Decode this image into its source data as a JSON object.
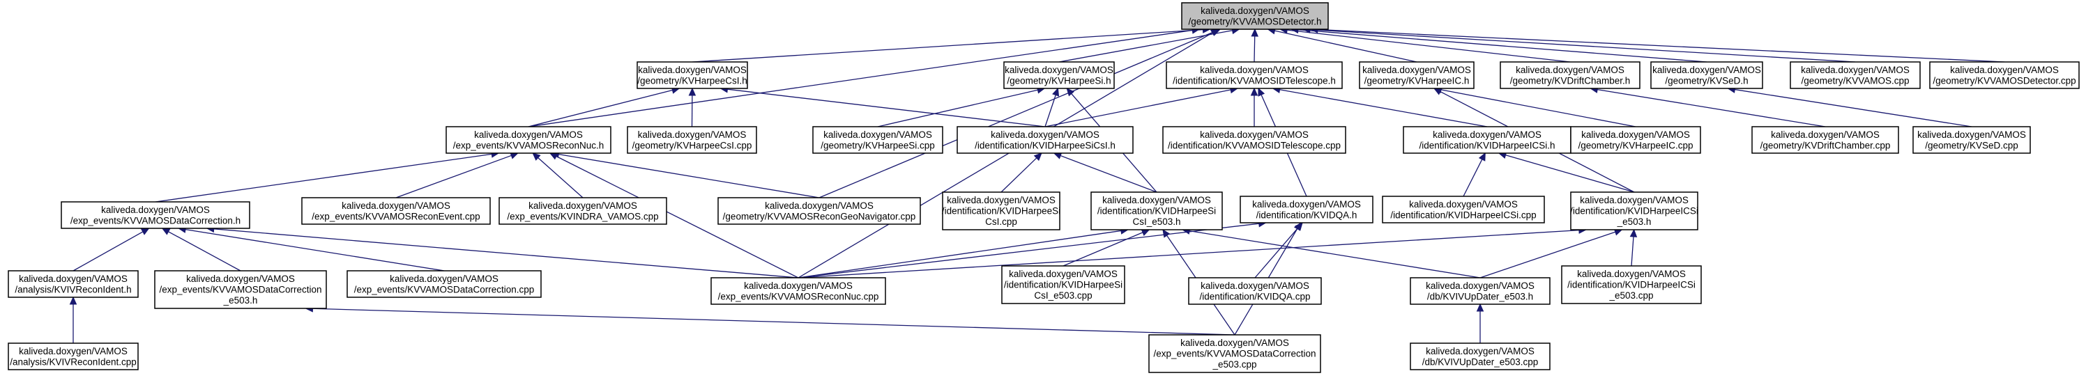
{
  "nodes": [
    {
      "id": "det_h",
      "lines": [
        "kaliveda.doxygen/VAMOS",
        "/geometry/KVVAMOSDetector.h"
      ],
      "root": true
    },
    {
      "id": "hcsi_h",
      "lines": [
        "kaliveda.doxygen/VAMOS",
        "/geometry/KVHarpeeCsI.h"
      ]
    },
    {
      "id": "hsi_h",
      "lines": [
        "kaliveda.doxygen/VAMOS",
        "/geometry/KVHarpeeSi.h"
      ]
    },
    {
      "id": "idtel_h",
      "lines": [
        "kaliveda.doxygen/VAMOS",
        "/identification/KVVAMOSIDTelescope.h"
      ]
    },
    {
      "id": "hic_h",
      "lines": [
        "kaliveda.doxygen/VAMOS",
        "/geometry/KVHarpeeIC.h"
      ]
    },
    {
      "id": "drift_h",
      "lines": [
        "kaliveda.doxygen/VAMOS",
        "/geometry/KVDriftChamber.h"
      ]
    },
    {
      "id": "sed_h",
      "lines": [
        "kaliveda.doxygen/VAMOS",
        "/geometry/KVSeD.h"
      ]
    },
    {
      "id": "vamos_cpp",
      "lines": [
        "kaliveda.doxygen/VAMOS",
        "/geometry/KVVAMOS.cpp"
      ]
    },
    {
      "id": "det_cpp",
      "lines": [
        "kaliveda.doxygen/VAMOS",
        "/geometry/KVVAMOSDetector.cpp"
      ]
    },
    {
      "id": "reconnuc_h",
      "lines": [
        "kaliveda.doxygen/VAMOS",
        "/exp_events/KVVAMOSReconNuc.h"
      ]
    },
    {
      "id": "hcsi_cpp",
      "lines": [
        "kaliveda.doxygen/VAMOS",
        "/geometry/KVHarpeeCsI.cpp"
      ]
    },
    {
      "id": "hsi_cpp",
      "lines": [
        "kaliveda.doxygen/VAMOS",
        "/geometry/KVHarpeeSi.cpp"
      ]
    },
    {
      "id": "idhsicsi_h",
      "lines": [
        "kaliveda.doxygen/VAMOS",
        "/identification/KVIDHarpeeSiCsI.h"
      ]
    },
    {
      "id": "idtel_cpp",
      "lines": [
        "kaliveda.doxygen/VAMOS",
        "/identification/KVVAMOSIDTelescope.cpp"
      ]
    },
    {
      "id": "idhiccsi_h",
      "lines": [
        "kaliveda.doxygen/VAMOS",
        "/identification/KVIDHarpeeICSi.h"
      ]
    },
    {
      "id": "hic_cpp",
      "lines": [
        "kaliveda.doxygen/VAMOS",
        "/geometry/KVHarpeeIC.cpp"
      ]
    },
    {
      "id": "drift_cpp",
      "lines": [
        "kaliveda.doxygen/VAMOS",
        "/geometry/KVDriftChamber.cpp"
      ]
    },
    {
      "id": "sed_cpp",
      "lines": [
        "kaliveda.doxygen/VAMOS",
        "/geometry/KVSeD.cpp"
      ]
    },
    {
      "id": "datacorr_h",
      "lines": [
        "kaliveda.doxygen/VAMOS",
        "/exp_events/KVVAMOSDataCorrection.h"
      ]
    },
    {
      "id": "reconevent_cpp",
      "lines": [
        "kaliveda.doxygen/VAMOS",
        "/exp_events/KVVAMOSReconEvent.cpp"
      ]
    },
    {
      "id": "indra_vamos_cpp",
      "lines": [
        "kaliveda.doxygen/VAMOS",
        "/exp_events/KVINDRA_VAMOS.cpp"
      ]
    },
    {
      "id": "geonav_cpp",
      "lines": [
        "kaliveda.doxygen/VAMOS",
        "/geometry/KVVAMOSReconGeoNavigator.cpp"
      ]
    },
    {
      "id": "idhsicsi_cpp",
      "lines": [
        "kaliveda.doxygen/VAMOS",
        "/identification/KVIDHarpeeSi",
        "CsI.cpp"
      ]
    },
    {
      "id": "idhsicsi_e503_h",
      "lines": [
        "kaliveda.doxygen/VAMOS",
        "/identification/KVIDHarpeeSi",
        "CsI_e503.h"
      ]
    },
    {
      "id": "idqa_h",
      "lines": [
        "kaliveda.doxygen/VAMOS",
        "/identification/KVIDQA.h"
      ]
    },
    {
      "id": "idhiccsi_cpp",
      "lines": [
        "kaliveda.doxygen/VAMOS",
        "/identification/KVIDHarpeeICSi.cpp"
      ]
    },
    {
      "id": "idhiccsi_e503_h",
      "lines": [
        "kaliveda.doxygen/VAMOS",
        "/identification/KVIDHarpeeICSi",
        "_e503.h"
      ]
    },
    {
      "id": "reconident_h",
      "lines": [
        "kaliveda.doxygen/VAMOS",
        "/analysis/KVIVReconIdent.h"
      ]
    },
    {
      "id": "datacorr_e503_h",
      "lines": [
        "kaliveda.doxygen/VAMOS",
        "/exp_events/KVVAMOSDataCorrection",
        "_e503.h"
      ]
    },
    {
      "id": "datacorr_cpp",
      "lines": [
        "kaliveda.doxygen/VAMOS",
        "/exp_events/KVVAMOSDataCorrection.cpp"
      ]
    },
    {
      "id": "reconnuc_cpp",
      "lines": [
        "kaliveda.doxygen/VAMOS",
        "/exp_events/KVVAMOSReconNuc.cpp"
      ]
    },
    {
      "id": "idhsicsi_e503_cpp",
      "lines": [
        "kaliveda.doxygen/VAMOS",
        "/identification/KVIDHarpeeSi",
        "CsI_e503.cpp"
      ]
    },
    {
      "id": "idqa_cpp",
      "lines": [
        "kaliveda.doxygen/VAMOS",
        "/identification/KVIDQA.cpp"
      ]
    },
    {
      "id": "updater_h",
      "lines": [
        "kaliveda.doxygen/VAMOS",
        "/db/KVIVUpDater_e503.h"
      ]
    },
    {
      "id": "idhiccsi_e503_cpp",
      "lines": [
        "kaliveda.doxygen/VAMOS",
        "/identification/KVIDHarpeeICSi",
        "_e503.cpp"
      ]
    },
    {
      "id": "reconident_cpp",
      "lines": [
        "kaliveda.doxygen/VAMOS",
        "/analysis/KVIVReconIdent.cpp"
      ]
    },
    {
      "id": "datacorr_e503_cpp",
      "lines": [
        "kaliveda.doxygen/VAMOS",
        "/exp_events/KVVAMOSDataCorrection",
        "_e503.cpp"
      ]
    },
    {
      "id": "updater_cpp",
      "lines": [
        "kaliveda.doxygen/VAMOS",
        "/db/KVIVUpDater_e503.cpp"
      ]
    }
  ],
  "edges": [
    [
      "hcsi_h",
      "det_h"
    ],
    [
      "hsi_h",
      "det_h"
    ],
    [
      "idtel_h",
      "det_h"
    ],
    [
      "hic_h",
      "det_h"
    ],
    [
      "drift_h",
      "det_h"
    ],
    [
      "sed_h",
      "det_h"
    ],
    [
      "vamos_cpp",
      "det_h"
    ],
    [
      "det_cpp",
      "det_h"
    ],
    [
      "reconnuc_h",
      "det_h"
    ],
    [
      "geonav_cpp",
      "det_h"
    ],
    [
      "reconnuc_cpp",
      "det_h"
    ],
    [
      "reconnuc_h",
      "hcsi_h"
    ],
    [
      "hcsi_cpp",
      "hcsi_h"
    ],
    [
      "idhsicsi_h",
      "hcsi_h"
    ],
    [
      "hsi_cpp",
      "hsi_h"
    ],
    [
      "idhsicsi_h",
      "hsi_h"
    ],
    [
      "idhsicsi_e503_h",
      "hsi_h"
    ],
    [
      "idhsicsi_h",
      "idtel_h"
    ],
    [
      "idtel_cpp",
      "idtel_h"
    ],
    [
      "idhiccsi_h",
      "idtel_h"
    ],
    [
      "idqa_h",
      "idtel_h"
    ],
    [
      "hic_cpp",
      "hic_h"
    ],
    [
      "idhiccsi_e503_h",
      "hic_h"
    ],
    [
      "drift_cpp",
      "drift_h"
    ],
    [
      "sed_cpp",
      "sed_h"
    ],
    [
      "datacorr_h",
      "reconnuc_h"
    ],
    [
      "reconevent_cpp",
      "reconnuc_h"
    ],
    [
      "indra_vamos_cpp",
      "reconnuc_h"
    ],
    [
      "geonav_cpp",
      "reconnuc_h"
    ],
    [
      "reconnuc_cpp",
      "reconnuc_h"
    ],
    [
      "idhsicsi_cpp",
      "idhsicsi_h"
    ],
    [
      "idhsicsi_e503_h",
      "idhsicsi_h"
    ],
    [
      "idhiccsi_cpp",
      "idhiccsi_h"
    ],
    [
      "idhiccsi_e503_h",
      "idhiccsi_h"
    ],
    [
      "reconident_h",
      "datacorr_h"
    ],
    [
      "datacorr_e503_h",
      "datacorr_h"
    ],
    [
      "datacorr_cpp",
      "datacorr_h"
    ],
    [
      "reconnuc_cpp",
      "datacorr_h"
    ],
    [
      "reconnuc_cpp",
      "idhsicsi_e503_h"
    ],
    [
      "idhsicsi_e503_cpp",
      "idhsicsi_e503_h"
    ],
    [
      "datacorr_e503_cpp",
      "idhsicsi_e503_h"
    ],
    [
      "updater_h",
      "idhsicsi_e503_h"
    ],
    [
      "reconnuc_cpp",
      "idqa_h"
    ],
    [
      "idqa_cpp",
      "idqa_h"
    ],
    [
      "datacorr_e503_cpp",
      "idqa_h"
    ],
    [
      "reconnuc_cpp",
      "idhiccsi_e503_h"
    ],
    [
      "updater_h",
      "idhiccsi_e503_h"
    ],
    [
      "idhiccsi_e503_cpp",
      "idhiccsi_e503_h"
    ],
    [
      "reconident_cpp",
      "reconident_h"
    ],
    [
      "datacorr_e503_cpp",
      "datacorr_e503_h"
    ],
    [
      "updater_cpp",
      "updater_h"
    ]
  ]
}
